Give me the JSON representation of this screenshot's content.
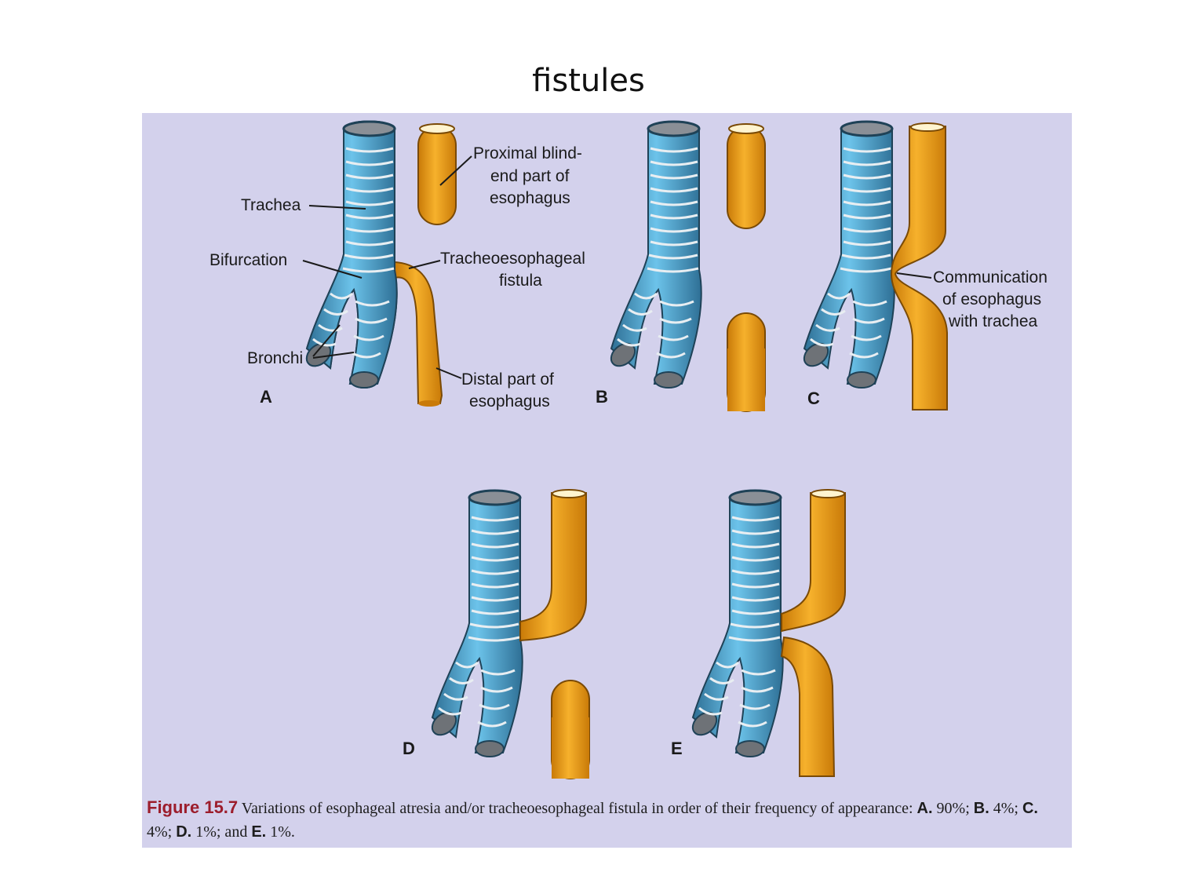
{
  "slide": {
    "title": "fistules"
  },
  "labels": {
    "proximal": [
      "Proximal blind-",
      "end part of",
      "esophagus"
    ],
    "trachea": "Trachea",
    "bifurcation": "Bifurcation",
    "fistula": [
      "Tracheoesophageal",
      "fistula"
    ],
    "bronchi": "Bronchi",
    "distal": [
      "Distal part of",
      "esophagus"
    ],
    "communication": [
      "Communication",
      "of esophagus",
      "with trachea"
    ]
  },
  "panels": {
    "a": "A",
    "b": "B",
    "c": "C",
    "d": "D",
    "e": "E"
  },
  "caption": {
    "figure": "Figure 15.7",
    "text": " Variations of esophageal atresia and/or tracheoesophageal fistula in order of their frequency of appearance: ",
    "items": [
      {
        "letter": "A.",
        "value": " 90%; "
      },
      {
        "letter": "B.",
        "value": " 4%; "
      },
      {
        "letter": "C.",
        "value": " 4%; "
      },
      {
        "letter": "D.",
        "value": " 1%; and "
      },
      {
        "letter": "E.",
        "value": " 1%."
      }
    ]
  },
  "colors": {
    "trachea": "#4fa9d3",
    "esophagus": "#f0a21e",
    "panel_bg": "#d3d1ec",
    "caption_accent": "#9c1d2c"
  }
}
